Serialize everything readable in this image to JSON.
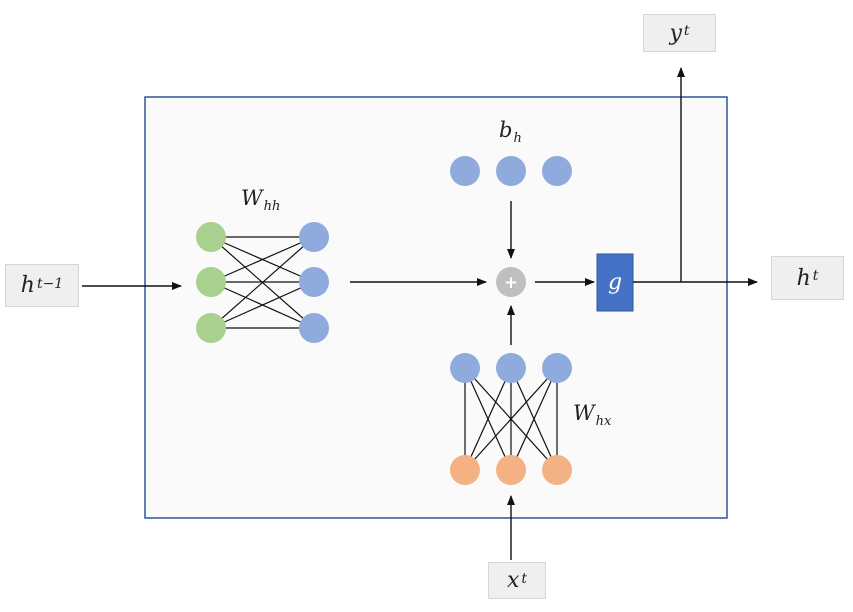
{
  "inputs": {
    "h_prev": {
      "base": "h",
      "sup": "t−1"
    },
    "x_t": {
      "base": "x",
      "sup": "t"
    }
  },
  "outputs": {
    "y_t": {
      "base": "y",
      "sup": "t"
    },
    "h_t": {
      "base": "h",
      "sup": "t"
    }
  },
  "labels": {
    "W_hh": {
      "base": "W",
      "sub": "hh"
    },
    "W_hx": {
      "base": "W",
      "sub": "hx"
    },
    "b_h": {
      "base": "b",
      "sub": "h"
    },
    "activation": "g",
    "sum": "+"
  },
  "colors": {
    "hidden_prev_nodes": "#a9d08e",
    "hidden_nodes": "#8faadc",
    "input_nodes": "#f4b183",
    "bias_nodes": "#8faadc",
    "sum_node": "#bfbfbf",
    "activation_box": "#4472c4",
    "cell_border": "#2f5597",
    "cell_fill": "#fafafa"
  }
}
